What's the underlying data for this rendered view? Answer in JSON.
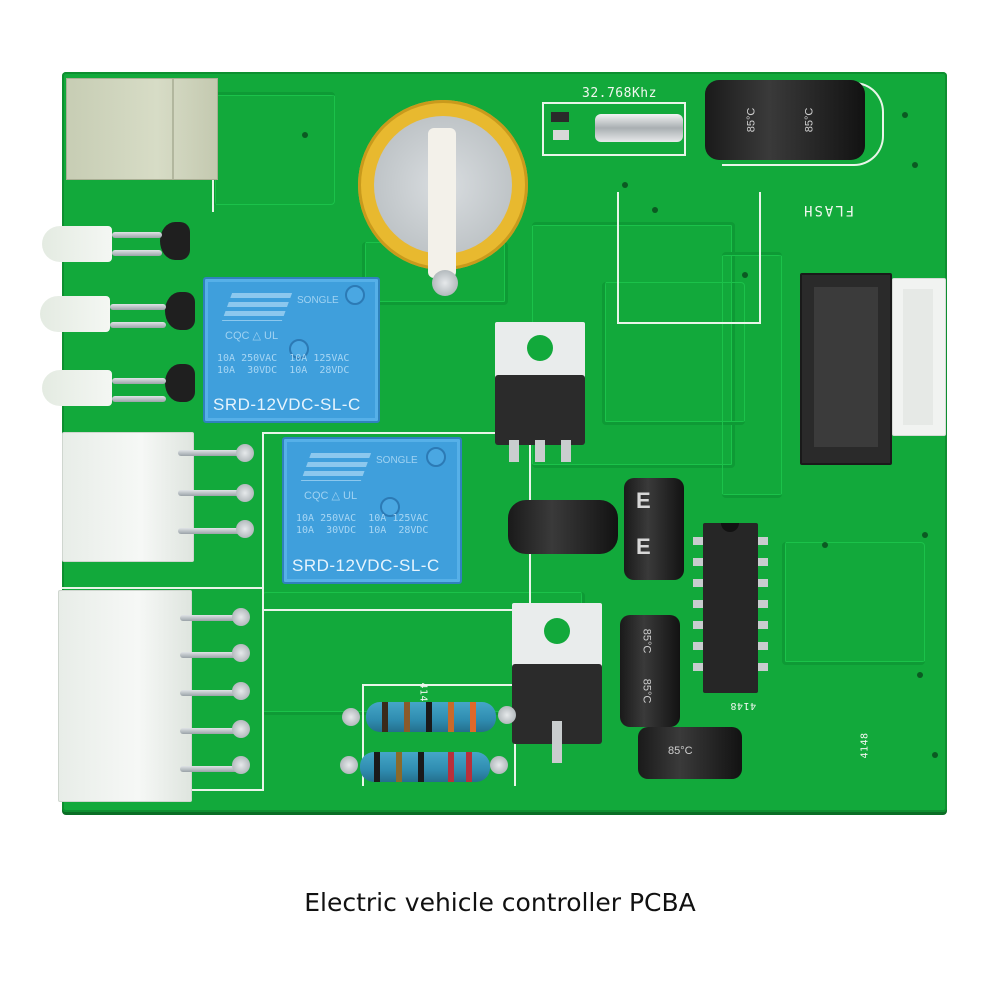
{
  "caption": "Electric vehicle controller PCBA",
  "board": {
    "color": "#12a93b",
    "silkscreen": {
      "crystal_label": "32.768Khz",
      "flash_label": "FLASH",
      "diode_label_1": "4148",
      "diode_label_2": "4148",
      "diode_label_3": "4148"
    },
    "relays": [
      {
        "brand": "SONGLE",
        "marks": "CQC  △  UL",
        "rating_line_1": "10A 250VAC  10A 125VAC",
        "rating_line_2": "10A  30VDC  10A  28VDC",
        "model": "SRD-12VDC-SL-C",
        "color": "#3f9fdc"
      },
      {
        "brand": "SONGLE",
        "marks": "CQC  △  UL",
        "rating_line_1": "10A 250VAC  10A 125VAC",
        "rating_line_2": "10A  30VDC  10A  28VDC",
        "model": "SRD-12VDC-SL-C",
        "color": "#3f9fdc"
      }
    ],
    "capacitors": {
      "large_top": "85°C",
      "large_top_2": "85°C",
      "small_1": "85°C",
      "small_2": "85°C",
      "small_3": "85°C"
    },
    "components": [
      "rj45-jack",
      "led-1",
      "led-2",
      "led-3",
      "transistor-1",
      "transistor-2",
      "transistor-3",
      "coin-cell-battery",
      "crystal-oscillator",
      "relay-1",
      "relay-2",
      "voltage-regulator-1",
      "voltage-regulator-2",
      "idc-header",
      "white-header",
      "dip-ic",
      "power-connector-3pin",
      "power-connector-5pin",
      "resistor-1",
      "resistor-2",
      "inductor"
    ]
  }
}
